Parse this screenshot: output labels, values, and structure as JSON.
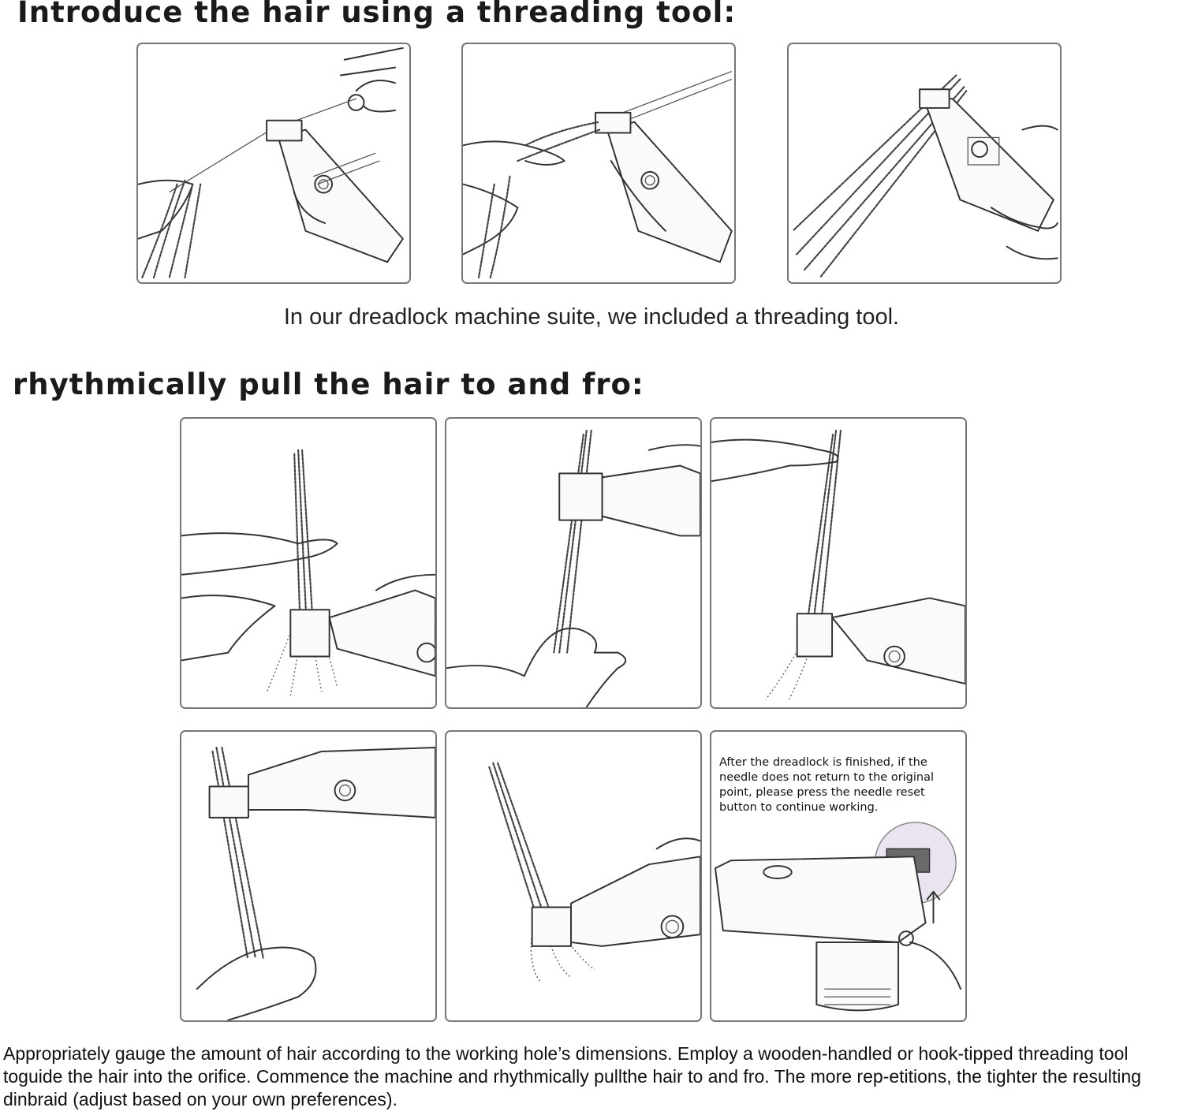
{
  "section1": {
    "heading": "Introduce the hair using a threading tool:",
    "caption": "In our dreadlock machine suite, we included a threading tool."
  },
  "section2": {
    "heading": "rhythmically pull the hair to and fro:"
  },
  "note": {
    "text": "After the dreadlock is finished, if the needle does not return to the original point, please press the needle reset button to continue working."
  },
  "footer": {
    "text": "Appropriately gauge the amount of hair according to the working hole’s dimensions. Employ a wooden-handled or hook-tipped threading tool toguide the hair into the orifice. Commence the machine and rhythmically pullthe hair to and fro. The more rep-etitions, the tighter the resulting dinbraid (adjust based on your own preferences)."
  },
  "colors": {
    "text": "#1a1a1a",
    "panel_border": "#777777",
    "background": "#ffffff"
  }
}
